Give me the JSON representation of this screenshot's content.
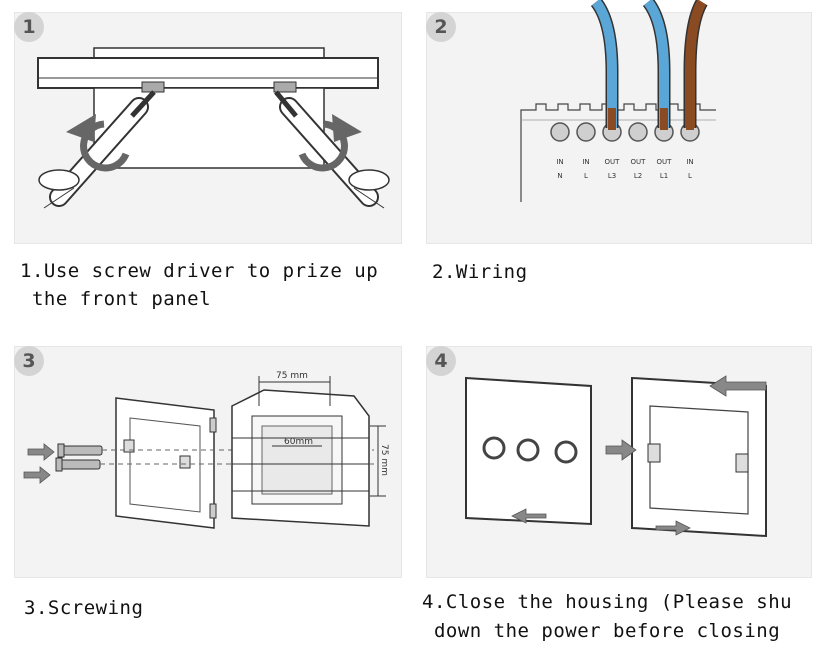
{
  "steps": [
    {
      "number": "1",
      "caption_line1": "1.Use screw driver to prize up",
      "caption_line2": " the front panel"
    },
    {
      "number": "2",
      "caption_line1": "2.Wiring",
      "caption_line2": ""
    },
    {
      "number": "3",
      "caption_line1": "3.Screwing",
      "caption_line2": ""
    },
    {
      "number": "4",
      "caption_line1": "4.Close the housing (Please shu",
      "caption_line2": " down the power before closing"
    }
  ],
  "wiring": {
    "terminals_top": [
      "IN",
      "IN",
      "OUT",
      "OUT",
      "OUT",
      "IN"
    ],
    "terminals_bottom": [
      "N",
      "L",
      "L3",
      "L2",
      "L1",
      "L"
    ],
    "wire_colors": {
      "blue": "#5aa6d6",
      "brown": "#8a4a22"
    }
  },
  "dimensions": {
    "width": "75 mm",
    "height": "75 mm",
    "spacing": "60mm"
  }
}
